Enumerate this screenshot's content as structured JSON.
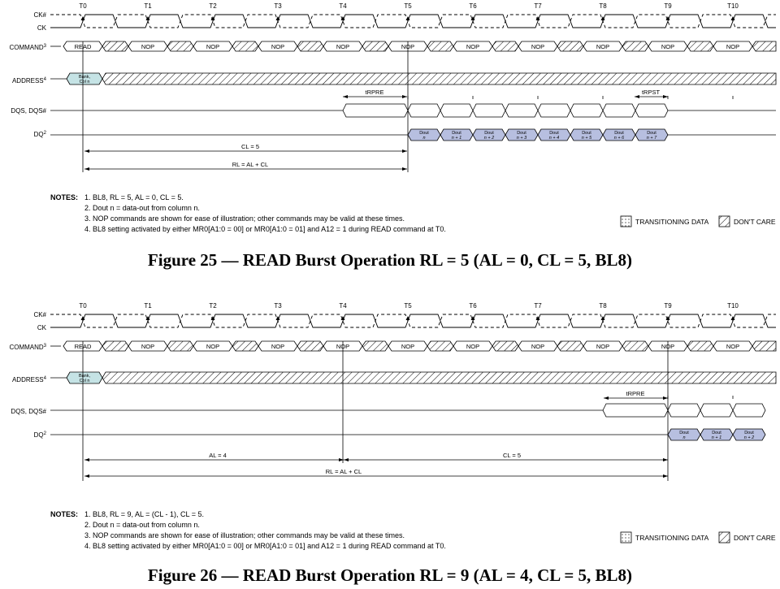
{
  "clock_labels": [
    "T0",
    "T1",
    "T2",
    "T3",
    "T4",
    "T5",
    "T6",
    "T7",
    "T8",
    "T9",
    "T10"
  ],
  "signal_names": {
    "ck_n": "CK#",
    "ck": "CK",
    "command": "COMMAND",
    "command_sup": "3",
    "address": "ADDRESS",
    "address_sup": "4",
    "dqs": "DQS, DQS#",
    "dq": "DQ",
    "dq_sup": "2"
  },
  "command_read": "READ",
  "command_nop": "NOP",
  "address_label": [
    "Bank,",
    "Col n"
  ],
  "dout_prefix": "Dout",
  "dout_suffixes": [
    "n",
    "n + 1",
    "n + 2",
    "n + 3",
    "n + 4",
    "n + 5",
    "n + 6",
    "n + 7"
  ],
  "legend": {
    "transitioning": "TRANSITIONING DATA",
    "dont_care": "DON'T CARE"
  },
  "colors": {
    "valid": "#c5e3e5",
    "dout": "#b7bfe0",
    "line": "#000000"
  },
  "figures": [
    {
      "title": "Figure 25 — READ Burst Operation RL = 5 (AL = 0, CL = 5, BL8)",
      "rl": 5,
      "trpre": "tRPRE",
      "trpst": "tRPST",
      "dimensions": [
        "CL = 5",
        "RL = AL + CL"
      ],
      "notes_label": "NOTES:",
      "notes": [
        "1. BL8, RL = 5, AL = 0, CL = 5.",
        "2. Dout n = data-out from column n.",
        "3. NOP commands are shown for ease of illustration; other commands may be valid at these times.",
        "4. BL8 setting activated by either MR0[A1:0 = 00] or MR0[A1:0 = 01] and A12 = 1 during READ command at T0."
      ]
    },
    {
      "title": "Figure 26 — READ Burst Operation RL = 9 (AL = 4, CL = 5, BL8)",
      "rl": 9,
      "trpre": "tRPRE",
      "dimensions": [
        "AL = 4",
        "CL = 5",
        "RL = AL + CL"
      ],
      "notes_label": "NOTES:",
      "notes": [
        "1. BL8, RL = 9, AL = (CL - 1), CL = 5.",
        "2. Dout n = data-out from column n.",
        "3. NOP commands are shown for ease of illustration; other commands may be valid at these times.",
        "4. BL8 setting activated by either MR0[A1:0 = 00] or MR0[A1:0 = 01] and A12 = 1 during READ command at T0."
      ]
    }
  ]
}
